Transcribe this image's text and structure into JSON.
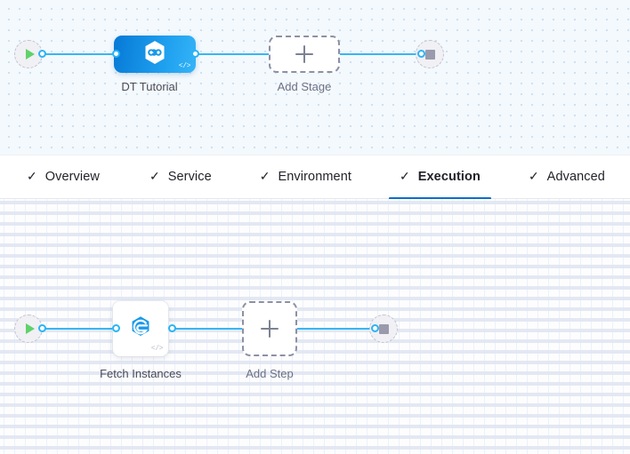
{
  "colors": {
    "accent_blue": "#0b6ecd",
    "edge_blue": "#38b6f3",
    "port_blue": "#2ab4f5",
    "stage_gradient_from": "#0679d6",
    "stage_gradient_to": "#35b4f7",
    "play_green": "#5fd26a",
    "stop_gray": "#9a9aac",
    "stage_canvas_bg": "#f3f9fd",
    "step_canvas_bg": "#fdfdfe",
    "label_text": "#4a4a58"
  },
  "stage_canvas": {
    "start_node": {
      "icon": "play-icon",
      "tooltip": ""
    },
    "end_node": {
      "icon": "stop-icon",
      "tooltip": ""
    },
    "stage": {
      "label": "DT Tutorial",
      "icon": "harness-hexagon-infinity-icon",
      "code_badge": "</>"
    },
    "add_stage": {
      "label": "Add Stage",
      "icon": "plus-icon"
    }
  },
  "tabs": {
    "items": [
      {
        "label": "Overview",
        "check": "✓",
        "active": false
      },
      {
        "label": "Service",
        "check": "✓",
        "active": false
      },
      {
        "label": "Environment",
        "check": "✓",
        "active": false
      },
      {
        "label": "Execution",
        "check": "✓",
        "active": true
      },
      {
        "label": "Advanced",
        "check": "✓",
        "active": false
      }
    ]
  },
  "step_canvas": {
    "start_node": {
      "icon": "play-icon"
    },
    "end_node": {
      "icon": "stop-icon"
    },
    "step": {
      "label": "Fetch Instances",
      "icon": "harness-e-hexagon-icon",
      "code_badge": "</>"
    },
    "add_step": {
      "label": "Add Step",
      "icon": "plus-icon"
    }
  }
}
